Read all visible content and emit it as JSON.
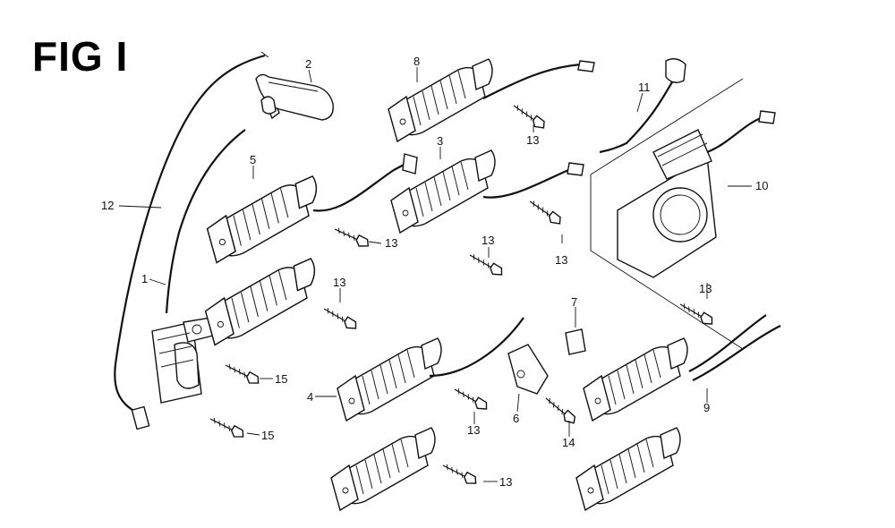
{
  "figure": {
    "title": "FIG I"
  },
  "part_labels": [
    {
      "key": "p2",
      "text": "2"
    },
    {
      "key": "p8",
      "text": "8"
    },
    {
      "key": "p13a",
      "text": "13"
    },
    {
      "key": "p11",
      "text": "11"
    },
    {
      "key": "p3",
      "text": "3"
    },
    {
      "key": "p5",
      "text": "5"
    },
    {
      "key": "p12",
      "text": "12"
    },
    {
      "key": "p13b",
      "text": "13"
    },
    {
      "key": "p13c",
      "text": "13"
    },
    {
      "key": "p13d",
      "text": "13"
    },
    {
      "key": "p10",
      "text": "10"
    },
    {
      "key": "p1",
      "text": "1"
    },
    {
      "key": "p13e",
      "text": "13"
    },
    {
      "key": "p13f",
      "text": "13"
    },
    {
      "key": "p7",
      "text": "7"
    },
    {
      "key": "p15a",
      "text": "15"
    },
    {
      "key": "p4",
      "text": "4"
    },
    {
      "key": "p13g",
      "text": "13"
    },
    {
      "key": "p6",
      "text": "6"
    },
    {
      "key": "p9",
      "text": "9"
    },
    {
      "key": "p15b",
      "text": "15"
    },
    {
      "key": "p14",
      "text": "14"
    },
    {
      "key": "p13h",
      "text": "13"
    }
  ]
}
